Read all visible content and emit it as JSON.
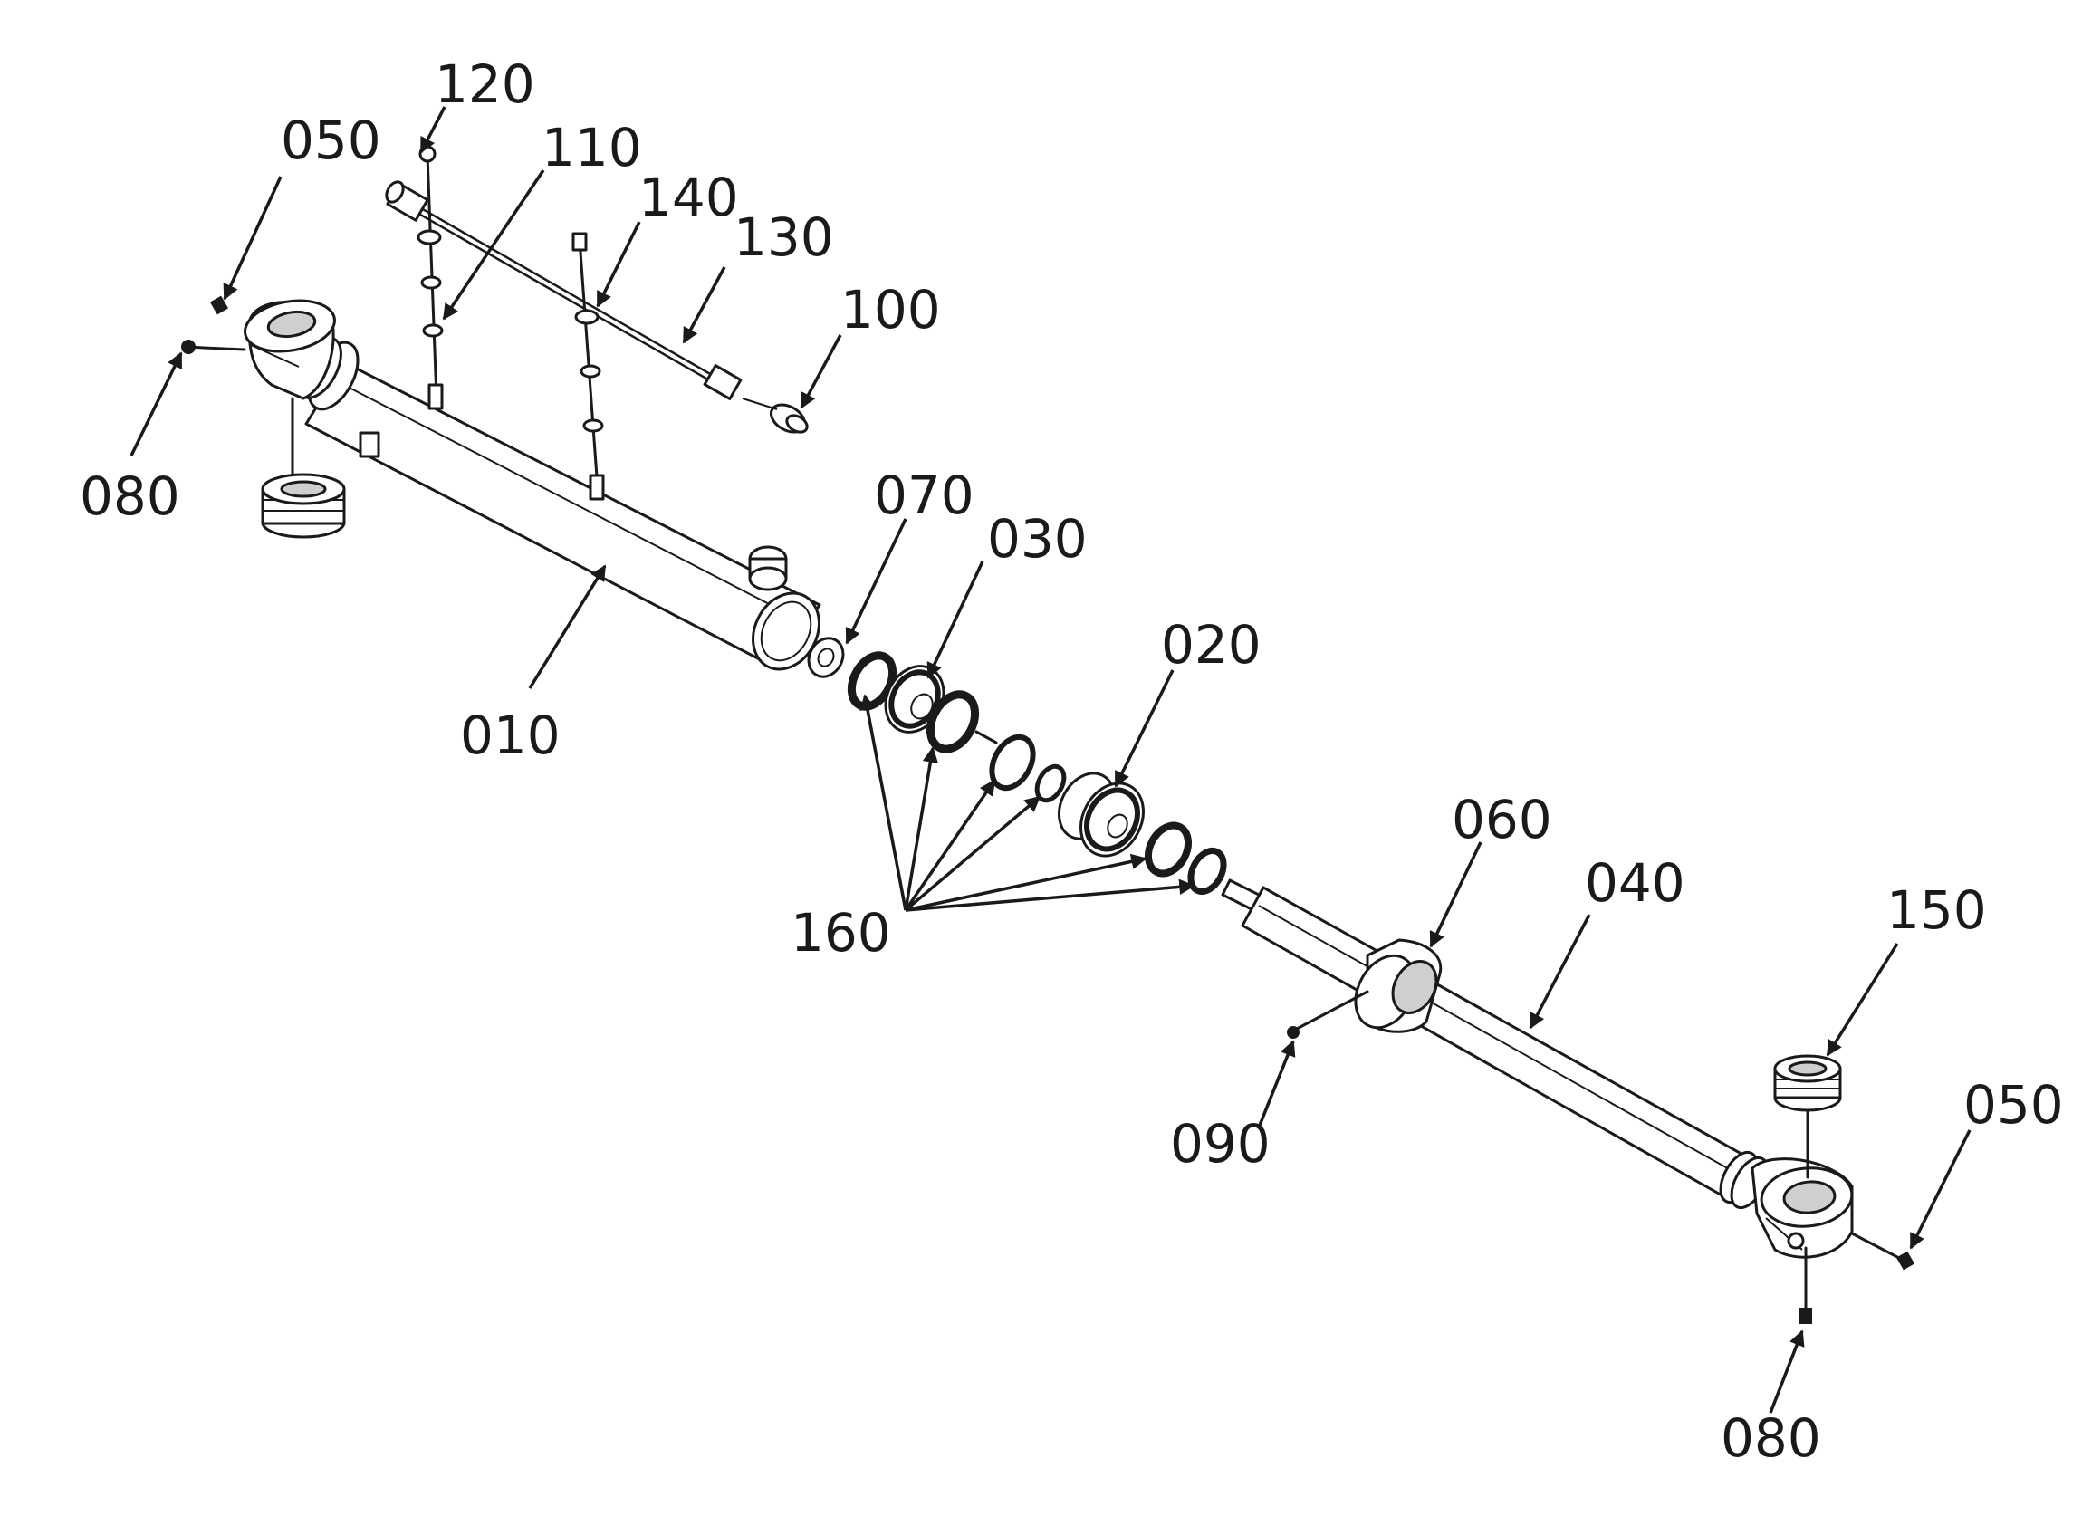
{
  "colors": {
    "line": "#1a1a1a",
    "background": "#ffffff",
    "shade": "#cfcfcf"
  },
  "callouts": {
    "c120": "120",
    "c050_top": "050",
    "c110": "110",
    "c140": "140",
    "c130": "130",
    "c100": "100",
    "c080_left": "080",
    "c070": "070",
    "c030": "030",
    "c010": "010",
    "c020": "020",
    "c160": "160",
    "c060": "060",
    "c040": "040",
    "c150": "150",
    "c050_right": "050",
    "c090": "090",
    "c080_bottom": "080"
  }
}
